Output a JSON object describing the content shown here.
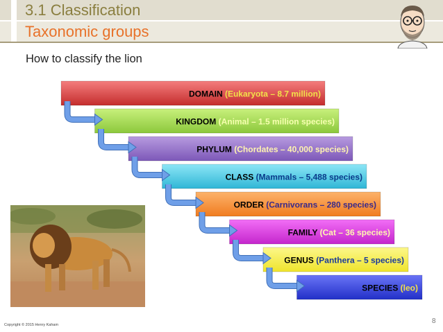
{
  "header": {
    "title": "3.1 Classification",
    "subtitle": "Taxonomic groups"
  },
  "heading": "How to classify the lion",
  "levels": [
    {
      "rank": "DOMAIN",
      "detail": "(Eukaryota – 8.7 million)",
      "color_top": "#f47d7d",
      "color_bot": "#c42d2d",
      "rank_color": "#000000",
      "detail_color": "#f2e14a"
    },
    {
      "rank": "KINGDOM",
      "detail": "(Animal – 1.5 million species)",
      "color_top": "#c8f07c",
      "color_bot": "#8cc83c",
      "rank_color": "#000000",
      "detail_color": "#f6ffb0"
    },
    {
      "rank": "PHYLUM",
      "detail": "(Chordates – 40,000 species)",
      "color_top": "#b79be0",
      "color_bot": "#7d58b8",
      "rank_color": "#000000",
      "detail_color": "#fff4b0"
    },
    {
      "rank": "CLASS",
      "detail": "(Mammals – 5,488 species)",
      "color_top": "#8de6f6",
      "color_bot": "#2fb6d6",
      "rank_color": "#000000",
      "detail_color": "#0a3a8a"
    },
    {
      "rank": "ORDER",
      "detail": "(Carnivorans – 280 species)",
      "color_top": "#fcb26a",
      "color_bot": "#f07c20",
      "rank_color": "#000000",
      "detail_color": "#3a2a8a"
    },
    {
      "rank": "FAMILY",
      "detail": "(Cat – 36 species)",
      "color_top": "#f26ef6",
      "color_bot": "#c426cc",
      "rank_color": "#000000",
      "detail_color": "#fff4b0"
    },
    {
      "rank": "GENUS",
      "detail": "(Panthera – 5 species)",
      "color_top": "#fcf78a",
      "color_bot": "#efe42c",
      "rank_color": "#000000",
      "detail_color": "#1a3a9a"
    },
    {
      "rank": "SPECIES",
      "detail": "(leo)",
      "color_top": "#6a74f6",
      "color_bot": "#2230c8",
      "rank_color": "#000000",
      "detail_color": "#f2e14a"
    }
  ],
  "arrow_color": "#6f9fe8",
  "copyright": "Copyright © 2015 Henry Kaham",
  "page_number": "8"
}
